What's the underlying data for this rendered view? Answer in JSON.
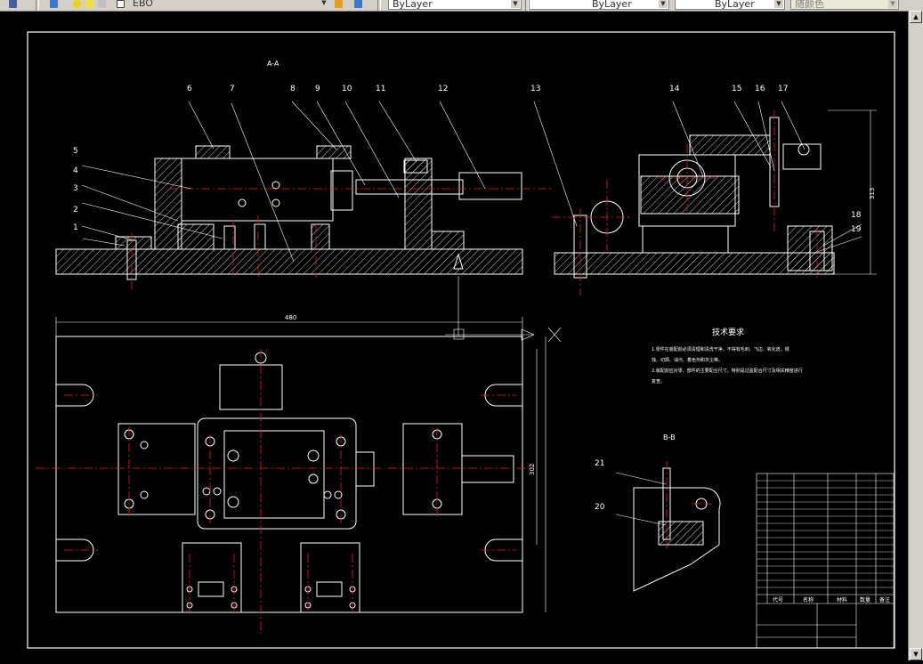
{
  "toolbar": {
    "layer_value": "EBO",
    "color_value": "ByLayer",
    "linetype_value": "ByLayer",
    "lineweight_value": "ByLayer",
    "plotstyle_value": "随颜色"
  },
  "drawing": {
    "section_aa_label": "A-A",
    "section_bb_label": "B-B",
    "tech_req_title": "技术要求",
    "tech_req_line1": "1.零件在装配前必须清理和清洗干净，不得有毛刺、飞边、氧化皮、锈",
    "tech_req_line2": "蚀、切屑、油污、着色剂和灰尘等。",
    "tech_req_line3": "2.装配前应对零、部件的主要配合尺寸，特别是过盈配合尺寸及相关精度进行",
    "tech_req_line4": "复查。",
    "dim_width": "480",
    "dim_height_right": "313",
    "dim_vertical": "302",
    "callouts": [
      "1",
      "2",
      "3",
      "4",
      "5",
      "6",
      "7",
      "8",
      "9",
      "10",
      "11",
      "12",
      "13",
      "14",
      "15",
      "16",
      "17",
      "18",
      "19",
      "20",
      "21"
    ],
    "title_block_headers": [
      "代号",
      "名称",
      "材料",
      "数量",
      "备注"
    ]
  }
}
